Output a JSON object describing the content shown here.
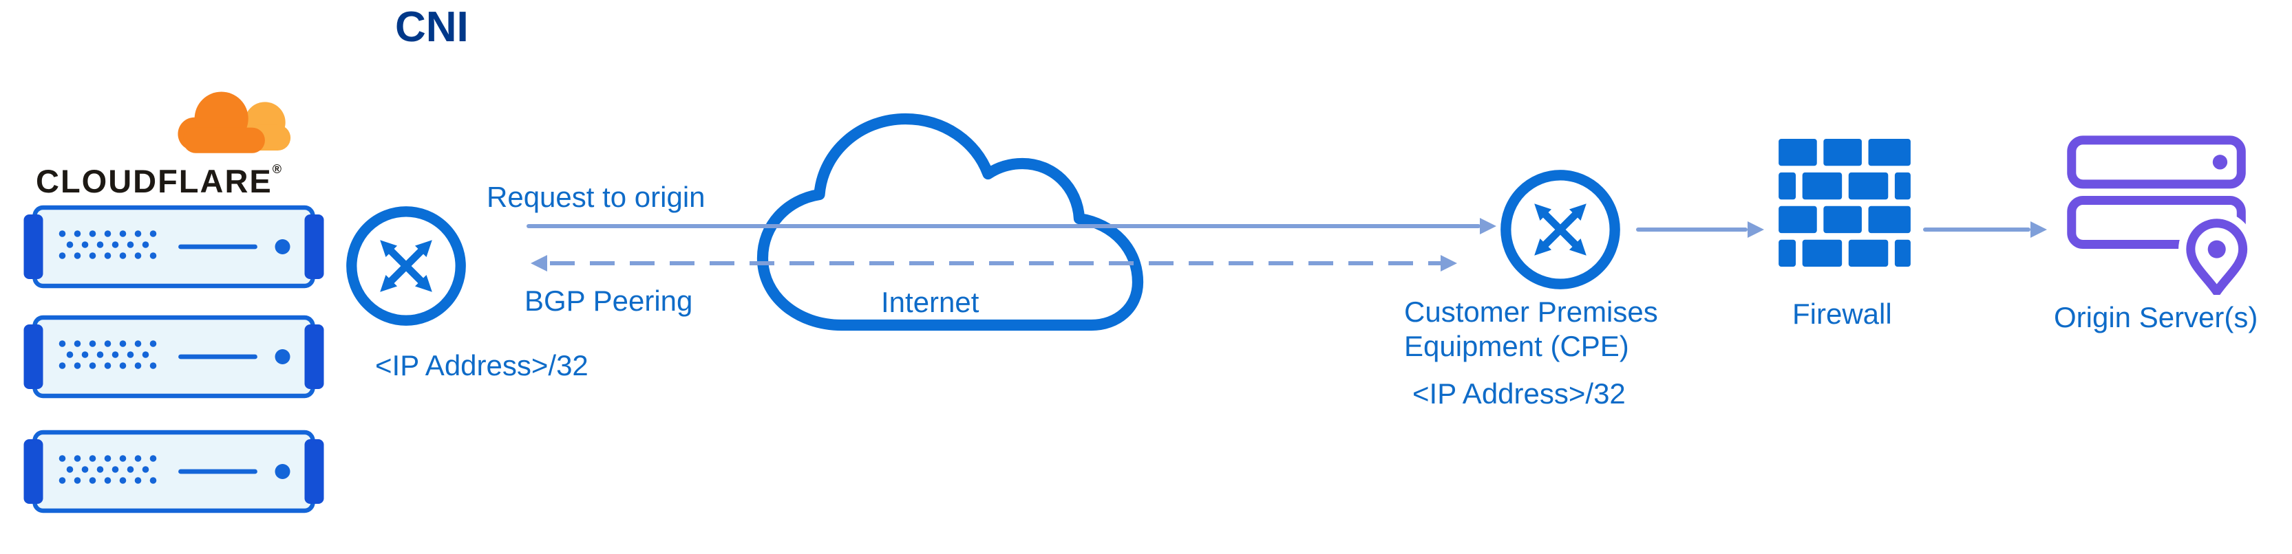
{
  "title": "CNI",
  "brand": {
    "name": "CLOUDFLARE",
    "trademark": "®"
  },
  "cloudflare_edge": {
    "ip_label": "<IP Address>/32"
  },
  "flows": {
    "request": "Request to origin",
    "bgp": "BGP Peering"
  },
  "internet": {
    "label": "Internet"
  },
  "cpe": {
    "name_line1": "Customer Premises",
    "name_line2": "Equipment (CPE)",
    "ip_label": "<IP Address>/32"
  },
  "firewall": {
    "label": "Firewall"
  },
  "origin": {
    "label": "Origin Server(s)"
  },
  "connections": [
    {
      "from": "cloudflare-router",
      "to": "cpe-router",
      "style": "solid",
      "direction": "forward",
      "label": "Request to origin"
    },
    {
      "from": "cloudflare-router",
      "to": "cpe-router",
      "style": "dashed",
      "direction": "both",
      "label": "BGP Peering"
    },
    {
      "from": "cpe-router",
      "to": "firewall",
      "style": "solid",
      "direction": "forward",
      "label": ""
    },
    {
      "from": "firewall",
      "to": "origin-servers",
      "style": "solid",
      "direction": "forward",
      "label": ""
    }
  ],
  "colors": {
    "icon_blue": "#0a6ed6",
    "text_blue": "#0e6bc8",
    "navy": "#003889",
    "arrow_blue": "#7f9fd9",
    "purple": "#6d52e2",
    "server_fill": "#e9f5fb",
    "server_border": "#1465d8",
    "server_tab": "#1450d6",
    "orange": "#f6821f",
    "orange_light": "#fbad41",
    "brand_ink": "#1d1914"
  }
}
